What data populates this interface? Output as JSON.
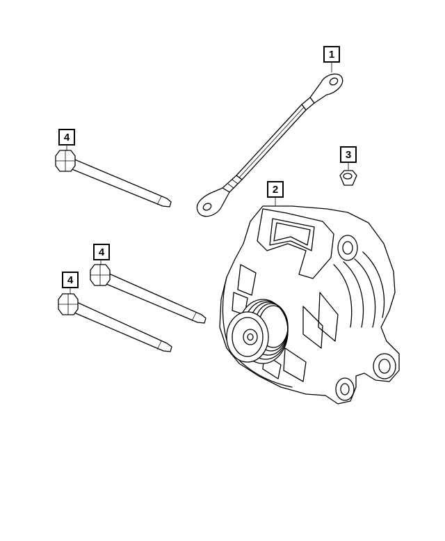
{
  "callouts": {
    "c1": "1",
    "c2": "2",
    "c3": "3",
    "c4a": "4",
    "c4b": "4",
    "c4c": "4"
  }
}
